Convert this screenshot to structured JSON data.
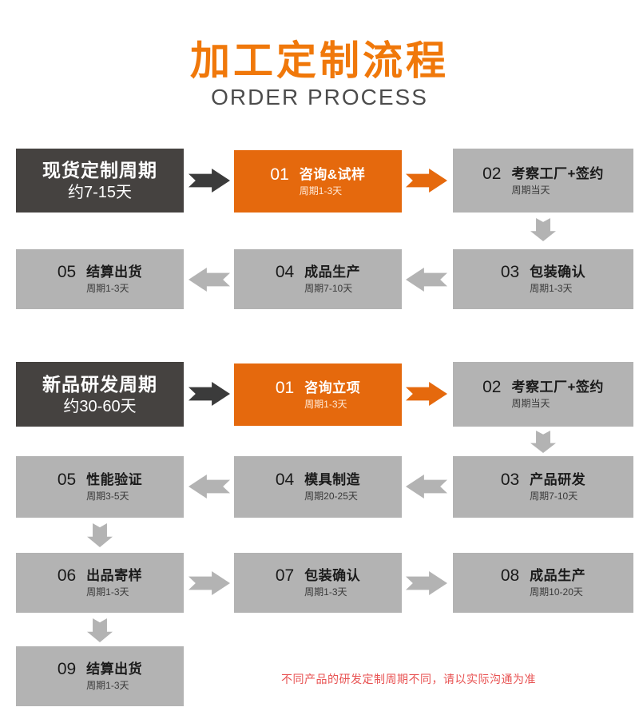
{
  "page": {
    "title": "加工定制流程",
    "subtitle": "ORDER PROCESS",
    "note": "不同产品的研发定制周期不同，请以实际沟通为准"
  },
  "colors": {
    "title_orange": "#f0780a",
    "box_orange": "#e5690d",
    "box_dark": "#454240",
    "box_gray": "#b3b3b3",
    "arrow_dark": "#3b3b3b",
    "note_red": "#e85353"
  },
  "sections": [
    {
      "name": "现货定制",
      "intro": {
        "line1": "现货定制周期",
        "line2": "约7-15天"
      },
      "steps": [
        {
          "num": "01",
          "title": "咨询&试样",
          "sub": "周期1-3天"
        },
        {
          "num": "02",
          "title": "考察工厂+签约",
          "sub": "周期当天"
        },
        {
          "num": "03",
          "title": "包装确认",
          "sub": "周期1-3天"
        },
        {
          "num": "04",
          "title": "成品生产",
          "sub": "周期7-10天"
        },
        {
          "num": "05",
          "title": "结算出货",
          "sub": "周期1-3天"
        }
      ]
    },
    {
      "name": "新品研发",
      "intro": {
        "line1": "新品研发周期",
        "line2": "约30-60天"
      },
      "steps": [
        {
          "num": "01",
          "title": "咨询立项",
          "sub": "周期1-3天"
        },
        {
          "num": "02",
          "title": "考察工厂+签约",
          "sub": "周期当天"
        },
        {
          "num": "03",
          "title": "产品研发",
          "sub": "周期7-10天"
        },
        {
          "num": "04",
          "title": "模具制造",
          "sub": "周期20-25天"
        },
        {
          "num": "05",
          "title": "性能验证",
          "sub": "周期3-5天"
        },
        {
          "num": "06",
          "title": "出品寄样",
          "sub": "周期1-3天"
        },
        {
          "num": "07",
          "title": "包装确认",
          "sub": "周期1-3天"
        },
        {
          "num": "08",
          "title": "成品生产",
          "sub": "周期10-20天"
        },
        {
          "num": "09",
          "title": "结算出货",
          "sub": "周期1-3天"
        }
      ]
    }
  ]
}
